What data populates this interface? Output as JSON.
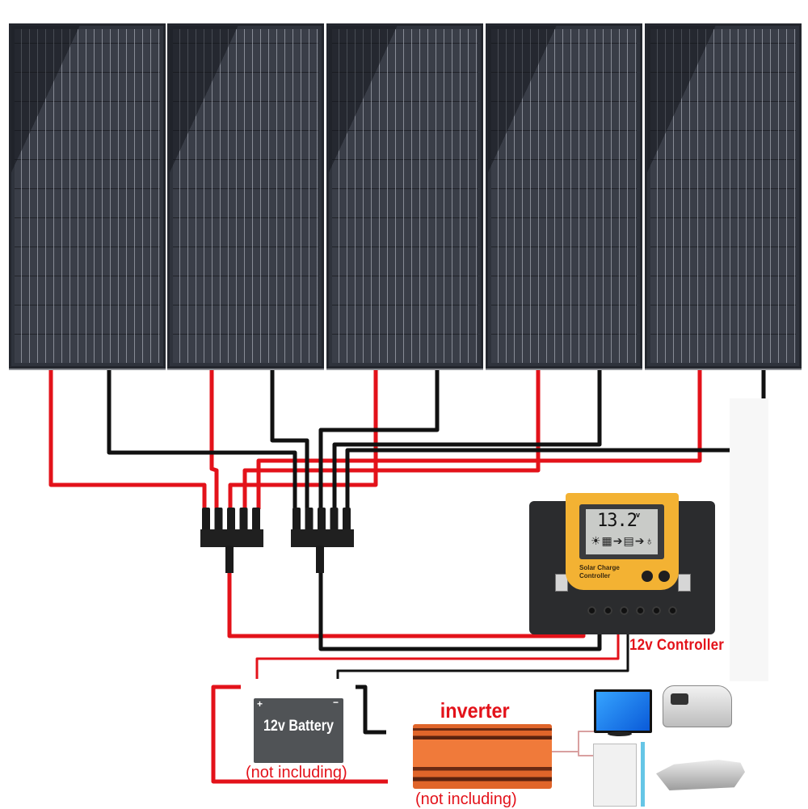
{
  "diagram": {
    "title": "5-panel solar system wiring diagram",
    "panels": [
      {
        "id": "panel-1"
      },
      {
        "id": "panel-2"
      },
      {
        "id": "panel-3"
      },
      {
        "id": "panel-4"
      },
      {
        "id": "panel-5"
      }
    ],
    "connectors": {
      "positive_branch": "5-to-1 MC4 branch connector (positive)",
      "negative_branch": "5-to-1 MC4 branch connector (negative)"
    },
    "wire_colors": {
      "positive": "#e3121a",
      "negative": "#111111"
    },
    "controller": {
      "display_value": "13.2",
      "display_unit": "v",
      "display_icons": "☀▦➔▤➔♁",
      "face_text": "Solar Charge Controller",
      "label": "12v Controller",
      "face_color": "#f3b233",
      "body_color": "#2b2c2e"
    },
    "battery": {
      "label": "12v Battery",
      "plus": "+",
      "minus": "−",
      "note": "(not including)"
    },
    "inverter": {
      "label": "inverter",
      "note": "(not including)",
      "color": "#e0652a"
    },
    "loads": [
      "TV",
      "Mini fridge",
      "Camper van",
      "Yacht"
    ]
  }
}
